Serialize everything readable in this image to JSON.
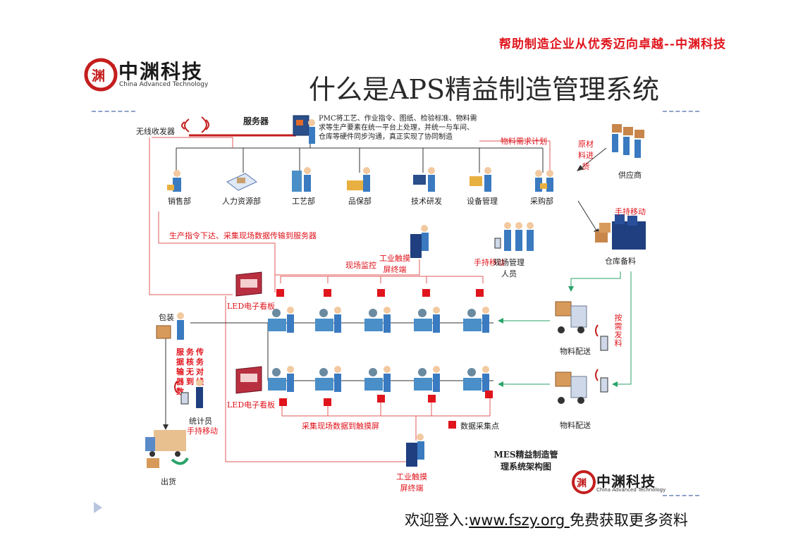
{
  "header": {
    "slogan": "帮助制造企业从优秀迈向卓越--中渊科技",
    "logo_name": "中渊科技",
    "logo_sub": "China Advanced Technology",
    "title": "什么是APS精益制造管理系统"
  },
  "diagram": {
    "server_label": "服务器",
    "wireless_label": "无线收发器",
    "pmc_text": "PMC将工艺、作业指令、图纸、检验标准、物料需求等生产要素在统一平台上处理，并统一与车间、仓库等硬件同步沟通，真正实现了协同制造",
    "material_plan": "物料需求计划",
    "raw_material": "原材料进货",
    "supplier": "供应商",
    "departments": [
      "销售部",
      "人力资源部",
      "工艺部",
      "品保部",
      "技术研发",
      "设备管理",
      "采购部"
    ],
    "command_flow": "生产指令下达、采集现场数据传输到服务器",
    "handheld_top": "手持移动",
    "warehouse": "仓库备料",
    "site_monitor": "现场监控",
    "touch_terminal_top": "工业触摸屏终端",
    "handheld_mgr": "手持移动",
    "site_manager": "现场管理人员",
    "led_top": "LED电子看板",
    "led_bottom": "LED电子看板",
    "packing": "包装",
    "server_transfer": "服务传据核务输无对器到线数",
    "stat_clerk": "统计员",
    "handheld_stat": "手持移动",
    "demand_issue": "按需发料",
    "delivery_top": "物料配送",
    "delivery_bottom": "物料配送",
    "collect_to_touch": "采集现场数据到触摸屏",
    "collect_point": "数据采集点",
    "touch_terminal_bottom": "工业触摸屏终端",
    "shipment": "出货",
    "mes_caption": "MES精益制造管理系统架构图"
  },
  "footer": {
    "prefix": "欢迎登入:",
    "url": "www.fszy.org ",
    "suffix": "免费获取更多资料"
  },
  "colors": {
    "accent_red": "#e0141c",
    "line_red": "#e05a5a",
    "arrow_green": "#2aa36a",
    "divider_blue": "#8fa3c8"
  }
}
